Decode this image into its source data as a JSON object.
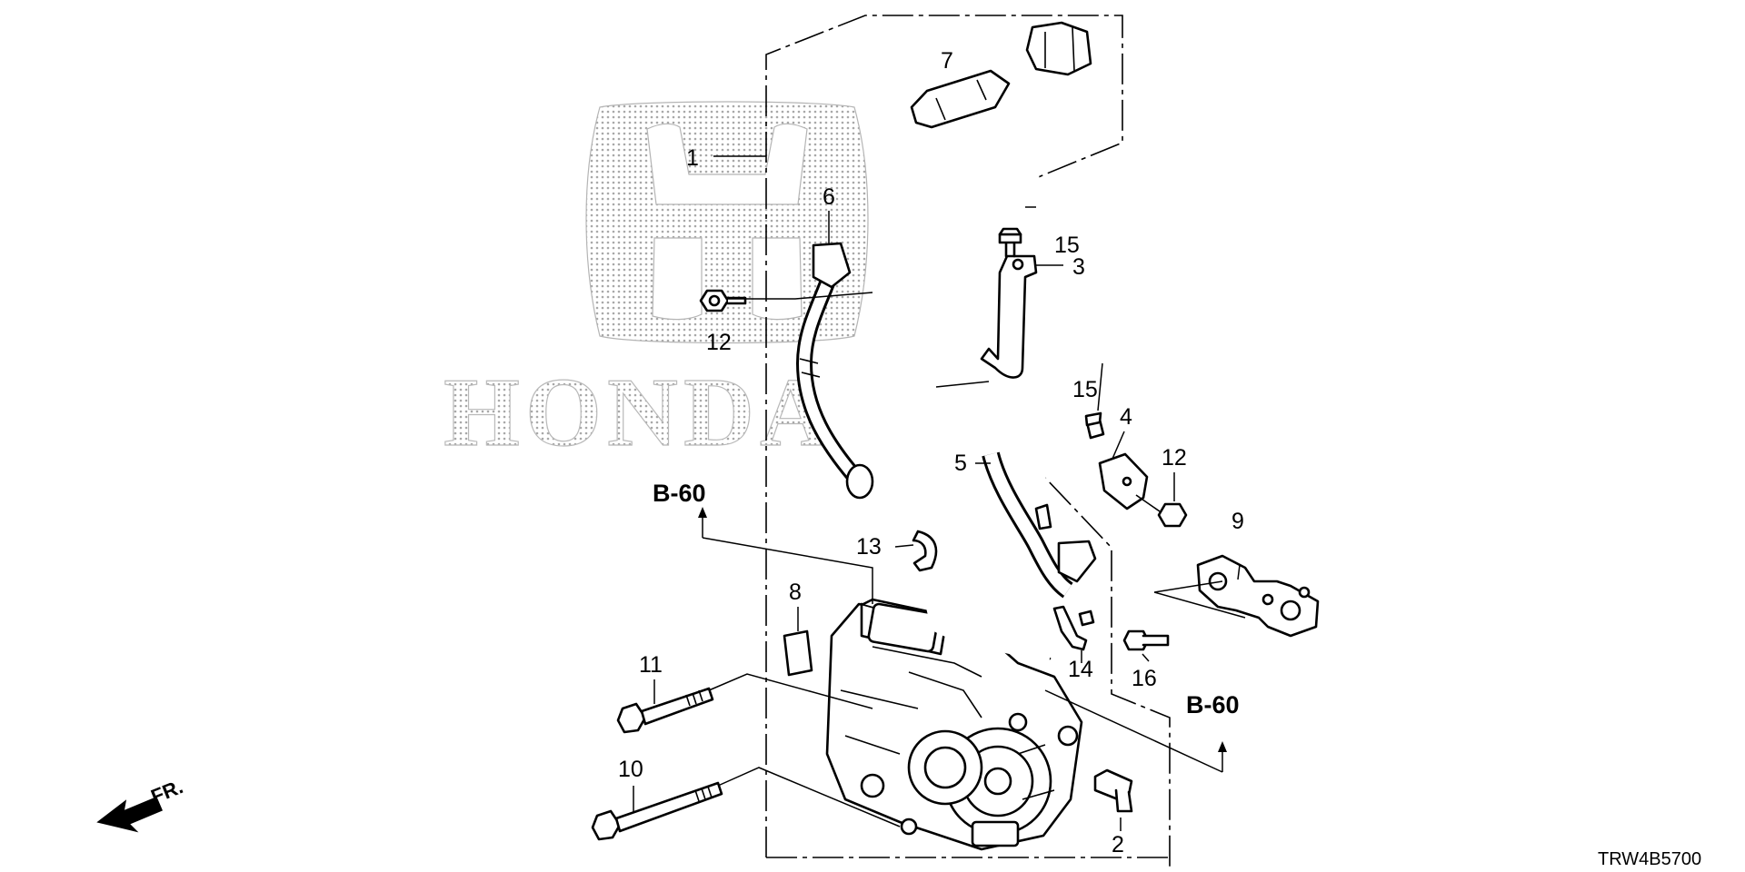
{
  "diagram": {
    "watermark_text": "HONDA",
    "reference_code": "TRW4B5700",
    "front_indicator": "FR.",
    "section_refs": [
      "B-60",
      "B-60"
    ],
    "callouts": [
      "1",
      "2",
      "3",
      "4",
      "5",
      "6",
      "7",
      "8",
      "9",
      "10",
      "11",
      "12",
      "12",
      "13",
      "14",
      "15",
      "15",
      "16"
    ]
  }
}
